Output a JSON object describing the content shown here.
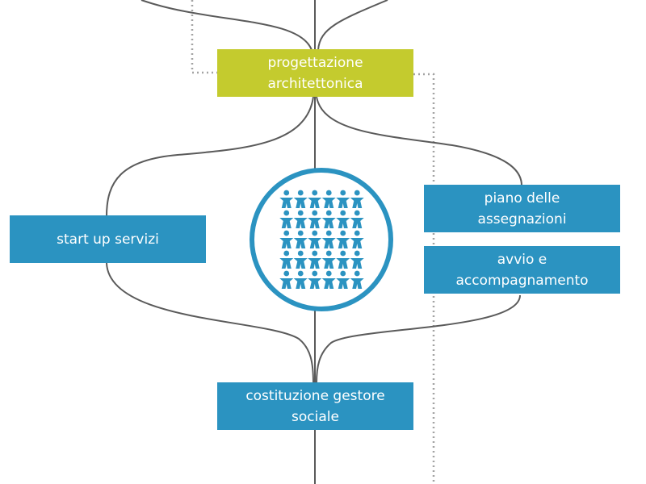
{
  "colors": {
    "line": "#5a5a5a",
    "dotted_line": "#a3a3a3",
    "green_box": "#c4cb2e",
    "blue_box": "#2b93c1",
    "text_on_box": "#ffffff",
    "people_circle": "#2b93c1"
  },
  "nodes": {
    "progettazione": {
      "line1": "progettazione",
      "line2": "architettonica"
    },
    "start_up": {
      "line1": "start up servizi"
    },
    "piano": {
      "line1": "piano delle",
      "line2": "assegnazioni"
    },
    "avvio": {
      "line1": "avvio e",
      "line2": "accompagnamento"
    },
    "gestore": {
      "line1": "costituzione gestore",
      "line2": "sociale"
    }
  },
  "people_icon": {
    "name": "people-crowd-icon",
    "rows": 5,
    "columns": 6
  }
}
